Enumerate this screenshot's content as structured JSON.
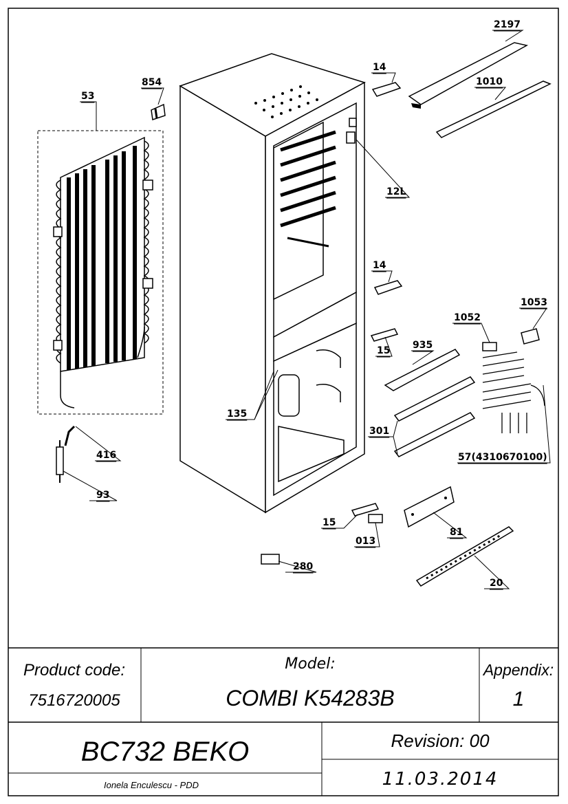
{
  "diagram": {
    "part_labels": {
      "p2197": "2197",
      "p14a": "14",
      "p1010": "1010",
      "p854": "854",
      "p53": "53",
      "p12L": "12L",
      "p14b": "14",
      "p1053": "1053",
      "p1052": "1052",
      "p935": "935",
      "p15a": "15",
      "p135": "135",
      "p301": "301",
      "p57": "57(4310670100)",
      "p416": "416",
      "p93": "93",
      "p15b": "15",
      "p81": "81",
      "p013": "013",
      "p280": "280",
      "p20": "20"
    }
  },
  "title_block": {
    "product_code_label": "Product code:",
    "product_code_value": "7516720005",
    "model_label": "Model:",
    "model_value": "COMBI K54283B",
    "appendix_label": "Appendix:",
    "appendix_value": "1",
    "brand_model": "BC732 BEKO",
    "revision": "Revision: 00",
    "author": "Ionela Enculescu - PDD",
    "date": "11.03.2014"
  }
}
